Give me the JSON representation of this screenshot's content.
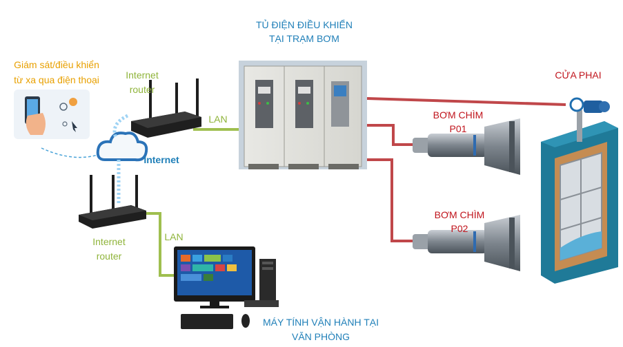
{
  "labels": {
    "cabinet_title_line1": "TỦ ĐIỆN ĐIỀU KHIỂN",
    "cabinet_title_line2": "TẠI TRẠM BƠM",
    "phone_line1": "Giám sát/điều khiển",
    "phone_line2": "từ xa qua điện thoại",
    "router_top_line1": "Internet",
    "router_top_line2": "router",
    "lan_top": "LAN",
    "internet": "Internet",
    "router_bottom_line1": "Internet",
    "router_bottom_line2": "router",
    "lan_bottom": "LAN",
    "pump1_line1": "BƠM CHÌM",
    "pump1_line2": "P01",
    "pump2_line1": "BƠM CHÌM",
    "pump2_line2": "P02",
    "gate": "CỬA PHAI",
    "office_line1": "MÁY TÍNH VẬN HÀNH TẠI",
    "office_line2": "VĂN PHÒNG"
  },
  "colors": {
    "cable_red": "#c0474a",
    "lan_green": "#9fbf4f",
    "label_blue": "#1f7fb8",
    "label_red": "#c0141c",
    "label_orange": "#e8a000"
  },
  "icons": [
    "smartphone-icon",
    "cloud-icon",
    "router-icon",
    "cabinet-icon",
    "pump-icon",
    "gate-icon",
    "computer-icon"
  ]
}
